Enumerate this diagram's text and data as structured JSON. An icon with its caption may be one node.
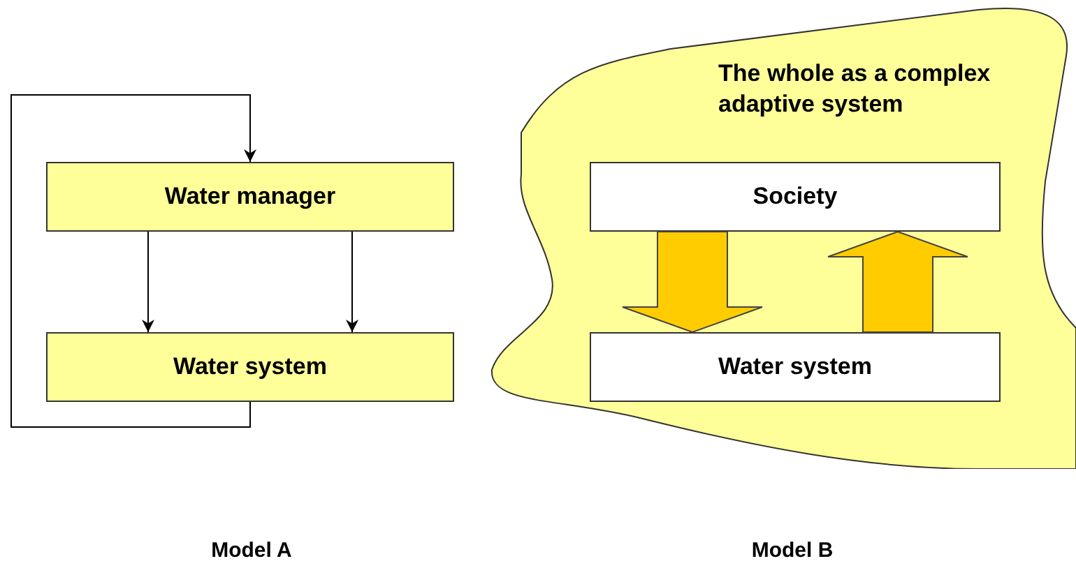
{
  "diagram": {
    "nodes": [
      {
        "text": [
          "Water manager"
        ]
      },
      {
        "text": [
          "Water system"
        ]
      },
      {
        "text": [
          "The whole as a complex adaptive system"
        ]
      },
      {
        "text": [
          "Society"
        ],
        "in": 2
      },
      {
        "text": [
          "Water system"
        ],
        "in": 2
      }
    ],
    "edges": [
      {
        "from": 1,
        "to": 0,
        "arrow": "to"
      },
      {
        "from": 0,
        "to": 1,
        "arrow": "to"
      },
      {
        "from": 0,
        "to": 1,
        "arrow": "to"
      },
      {
        "from": 3,
        "to": 4,
        "arrow": "to",
        "style": "thick",
        "color": "#ffcc00"
      },
      {
        "from": 4,
        "to": 3,
        "arrow": "to",
        "style": "thick",
        "color": "#ffcc00"
      }
    ],
    "labels": [
      "Model A",
      "Model B"
    ]
  }
}
